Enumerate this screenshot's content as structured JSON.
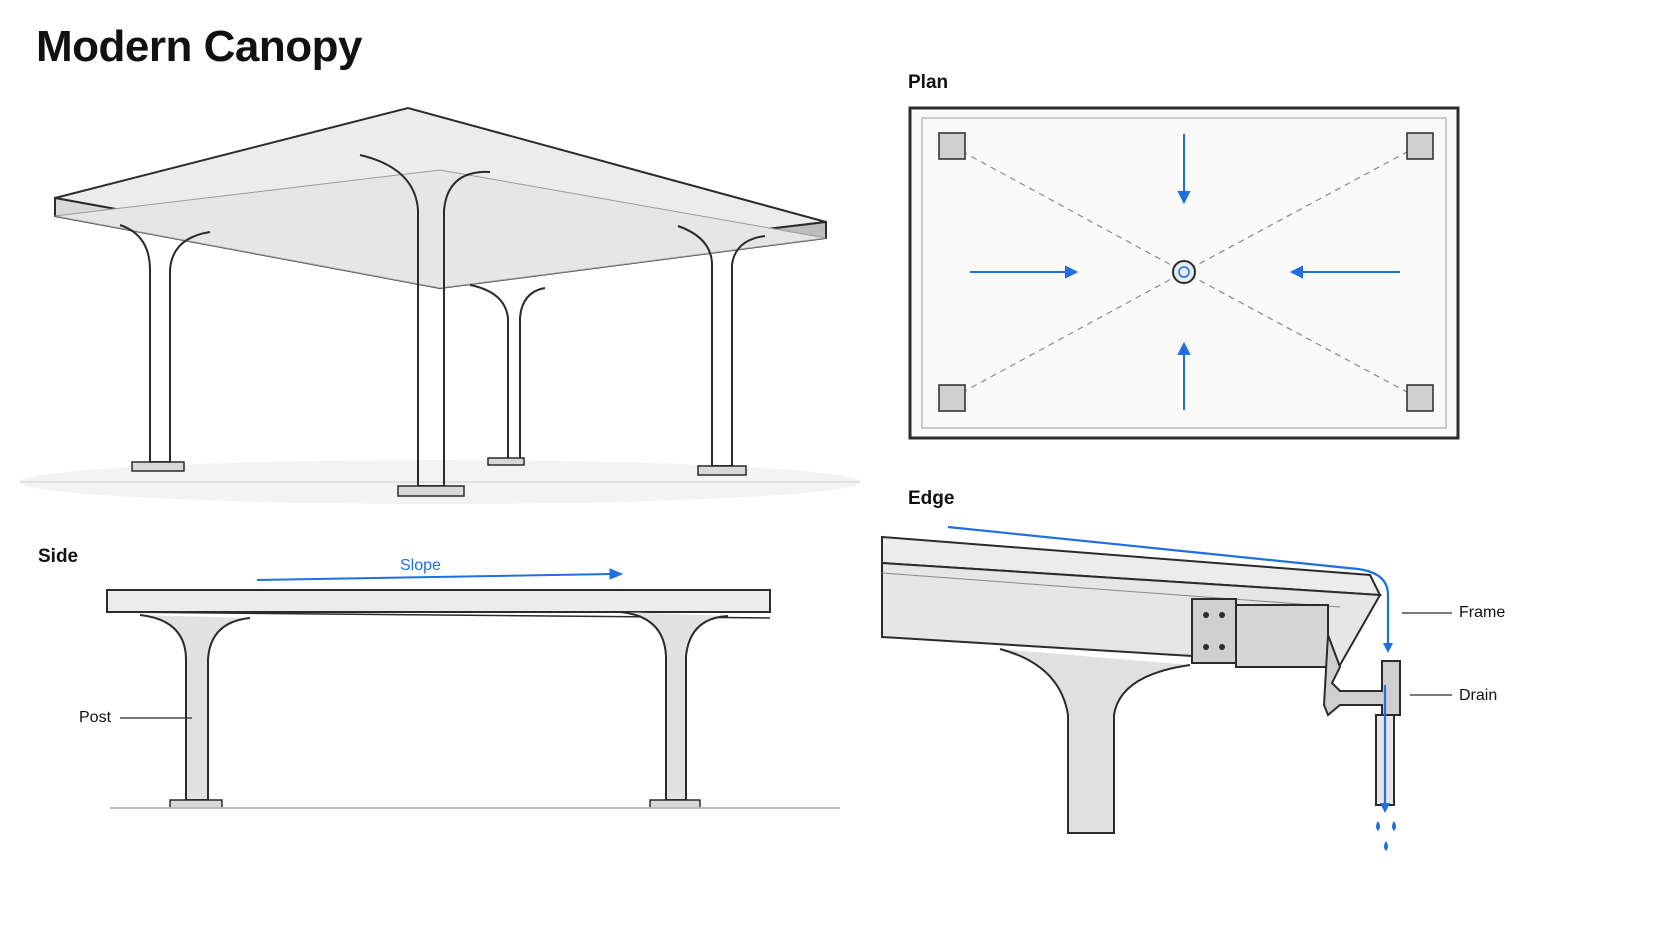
{
  "title": "Modern Canopy",
  "views": {
    "plan": {
      "label": "Plan"
    },
    "side": {
      "label": "Side",
      "slope_label": "Slope",
      "post_label": "Post"
    },
    "edge": {
      "label": "Edge",
      "frame_label": "Frame",
      "drain_label": "Drain"
    }
  },
  "colors": {
    "line": "#2b2b2b",
    "accent_water": "#1f6fe0",
    "surface_light": "#ececec",
    "surface_mid": "#d9d9d9"
  }
}
